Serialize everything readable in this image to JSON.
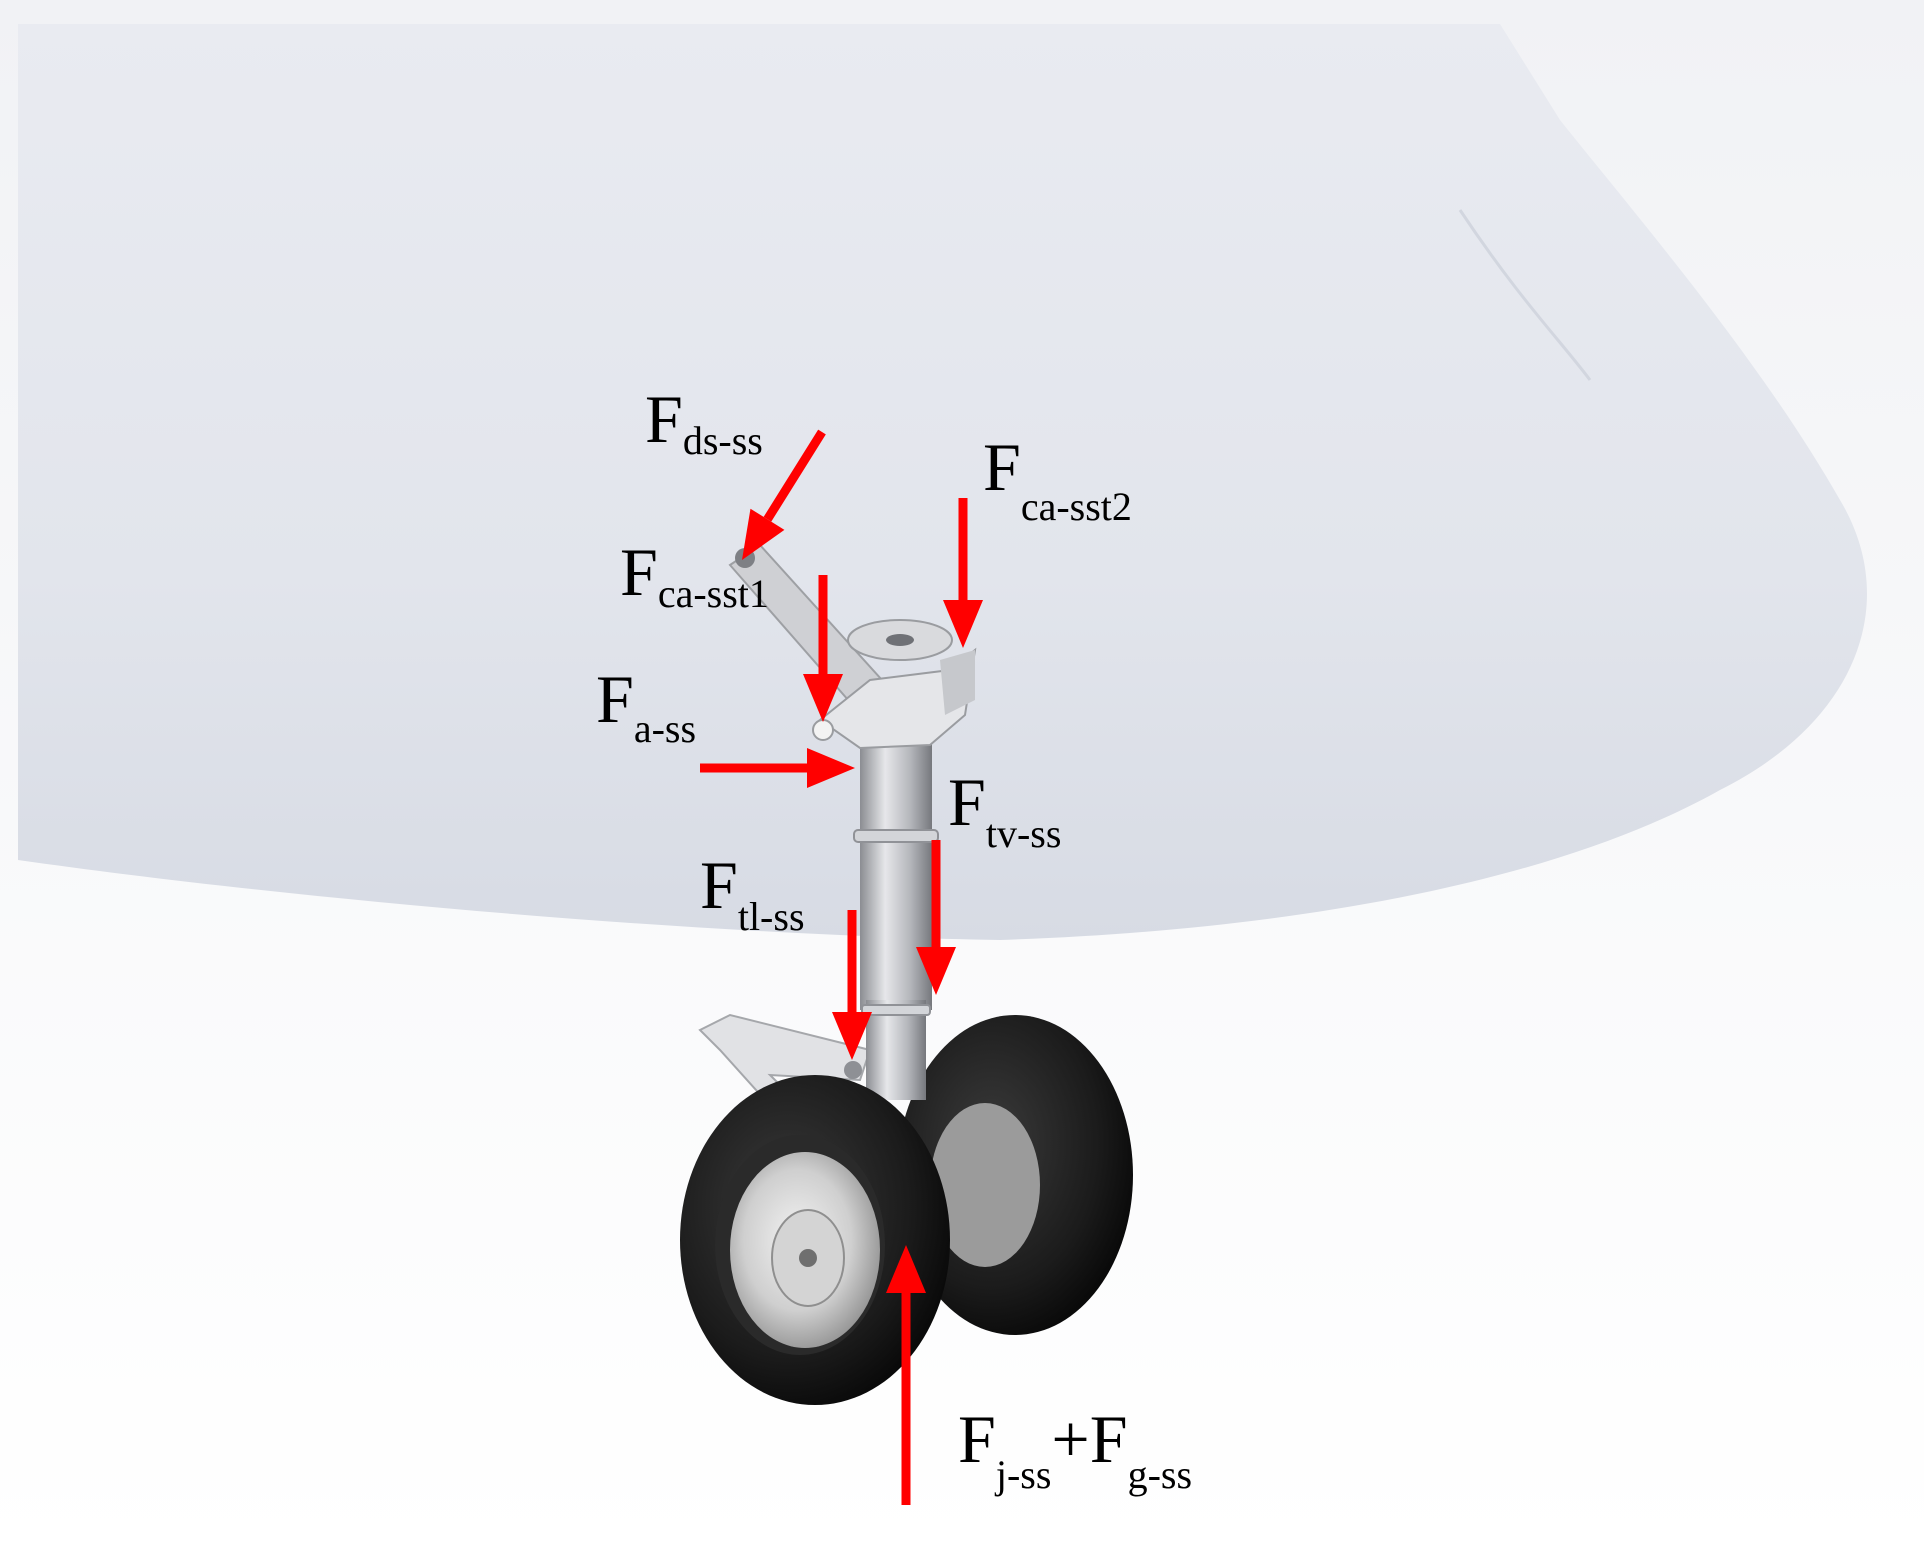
{
  "colors": {
    "force_arrow": "#ff0000",
    "fuselage": "#e6e8ef",
    "background": "#ffffff",
    "tire": "#1c1c1c",
    "strut": "#c2c4c8"
  },
  "labels": {
    "f_ds_ss": {
      "main": "F",
      "sub": "ds-ss"
    },
    "f_ca_sst2": {
      "main": "F",
      "sub": "ca-sst2"
    },
    "f_ca_sst1": {
      "main": "F",
      "sub": "ca-sst1"
    },
    "f_a_ss": {
      "main": "F",
      "sub": "a-ss"
    },
    "f_tv_ss": {
      "main": "F",
      "sub": "tv-ss"
    },
    "f_tl_ss": {
      "main": "F",
      "sub": "tl-ss"
    },
    "f_j_g_ss": {
      "main1": "F",
      "sub1": "j-ss",
      "plus": "+",
      "main2": "F",
      "sub2": "g-ss"
    }
  }
}
